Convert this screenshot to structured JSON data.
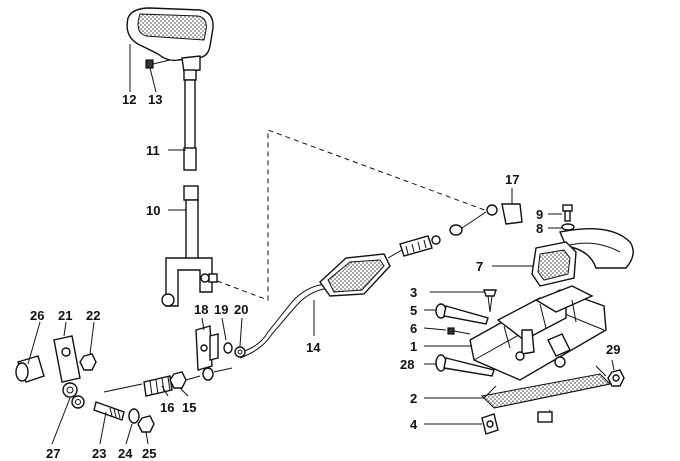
{
  "callouts": [
    {
      "id": "c12",
      "text": "12"
    },
    {
      "id": "c13",
      "text": "13"
    },
    {
      "id": "c11",
      "text": "11"
    },
    {
      "id": "c10",
      "text": "10"
    },
    {
      "id": "c17",
      "text": "17"
    },
    {
      "id": "c9",
      "text": "9"
    },
    {
      "id": "c8",
      "text": "8"
    },
    {
      "id": "c7",
      "text": "7"
    },
    {
      "id": "c3",
      "text": "3"
    },
    {
      "id": "c5",
      "text": "5"
    },
    {
      "id": "c6",
      "text": "6"
    },
    {
      "id": "c1",
      "text": "1"
    },
    {
      "id": "c28",
      "text": "28"
    },
    {
      "id": "c29",
      "text": "29"
    },
    {
      "id": "c2",
      "text": "2"
    },
    {
      "id": "c4",
      "text": "4"
    },
    {
      "id": "c14",
      "text": "14"
    },
    {
      "id": "c18",
      "text": "18"
    },
    {
      "id": "c19",
      "text": "19"
    },
    {
      "id": "c20",
      "text": "20"
    },
    {
      "id": "c26",
      "text": "26"
    },
    {
      "id": "c21",
      "text": "21"
    },
    {
      "id": "c22",
      "text": "22"
    },
    {
      "id": "c16",
      "text": "16"
    },
    {
      "id": "c15",
      "text": "15"
    },
    {
      "id": "c27",
      "text": "27"
    },
    {
      "id": "c23",
      "text": "23"
    },
    {
      "id": "c24",
      "text": "24"
    },
    {
      "id": "c25",
      "text": "25"
    }
  ]
}
